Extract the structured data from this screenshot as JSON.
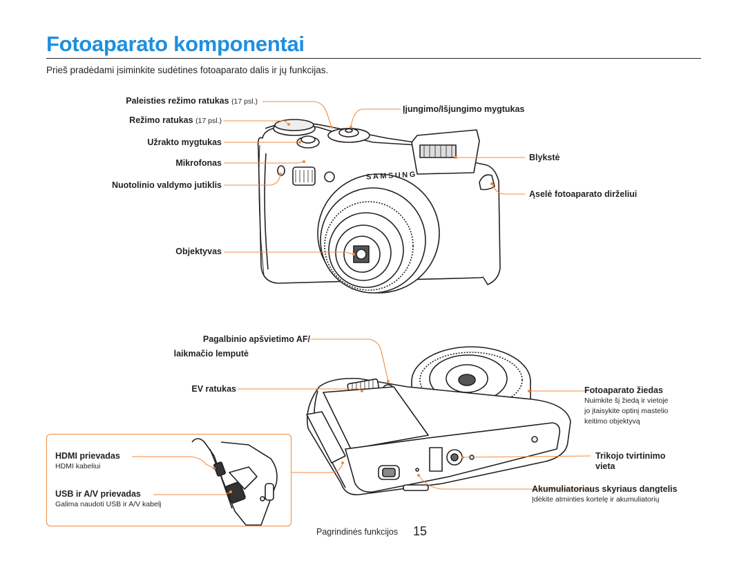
{
  "page": {
    "title": "Fotoaparato komponentai",
    "intro": "Prieš pradėdami įsiminkite sudėtines fotoaparato dalis ir jų funkcijas."
  },
  "top_view": {
    "left_labels": [
      {
        "name": "Paleisties režimo ratukas",
        "ref": "(17 psl.)"
      },
      {
        "name": "Režimo ratukas",
        "ref": "(17 psl.)"
      },
      {
        "name": "Užrakto mygtukas"
      },
      {
        "name": "Mikrofonas"
      },
      {
        "name": "Nuotolinio valdymo jutiklis"
      },
      {
        "name": "Objektyvas"
      }
    ],
    "right_labels": [
      {
        "name": "Įjungimo/Išjungimo mygtukas"
      },
      {
        "name": "Blykstė"
      },
      {
        "name": "Ąselė fotoaparato dirželiui"
      }
    ],
    "brand": "SAMSUNG"
  },
  "bottom_view": {
    "af_lamp_line1": "Pagalbinio apšvietimo AF/",
    "af_lamp_line2": "laikmačio lemputė",
    "ev_dial": "EV ratukas",
    "lens_ring": {
      "name": "Fotoaparato žiedas",
      "desc_line1": "Nuimkite šį žiedą ir vietoje",
      "desc_line2": "jo įtaisykite optinį mastelio",
      "desc_line3": "keitimo objektyvą"
    },
    "tripod": {
      "line1": "Trikojo tvirtinimo",
      "line2": "vieta"
    },
    "battery": {
      "name": "Akumuliatoriaus skyriaus dangtelis",
      "desc": "Įdėkite atminties kortelę ir akumuliatorių"
    }
  },
  "ports_box": {
    "hdmi": {
      "name": "HDMI prievadas",
      "desc": "HDMI kabeliui"
    },
    "usb": {
      "name": "USB ir A/V prievadas",
      "desc": "Galima naudoti USB ir A/V kabelį"
    }
  },
  "footer": {
    "section": "Pagrindinės funkcijos",
    "page_number": "15"
  },
  "colors": {
    "title": "#1e8fe0",
    "leader_lines": "#f08a3c",
    "text": "#231f20"
  }
}
